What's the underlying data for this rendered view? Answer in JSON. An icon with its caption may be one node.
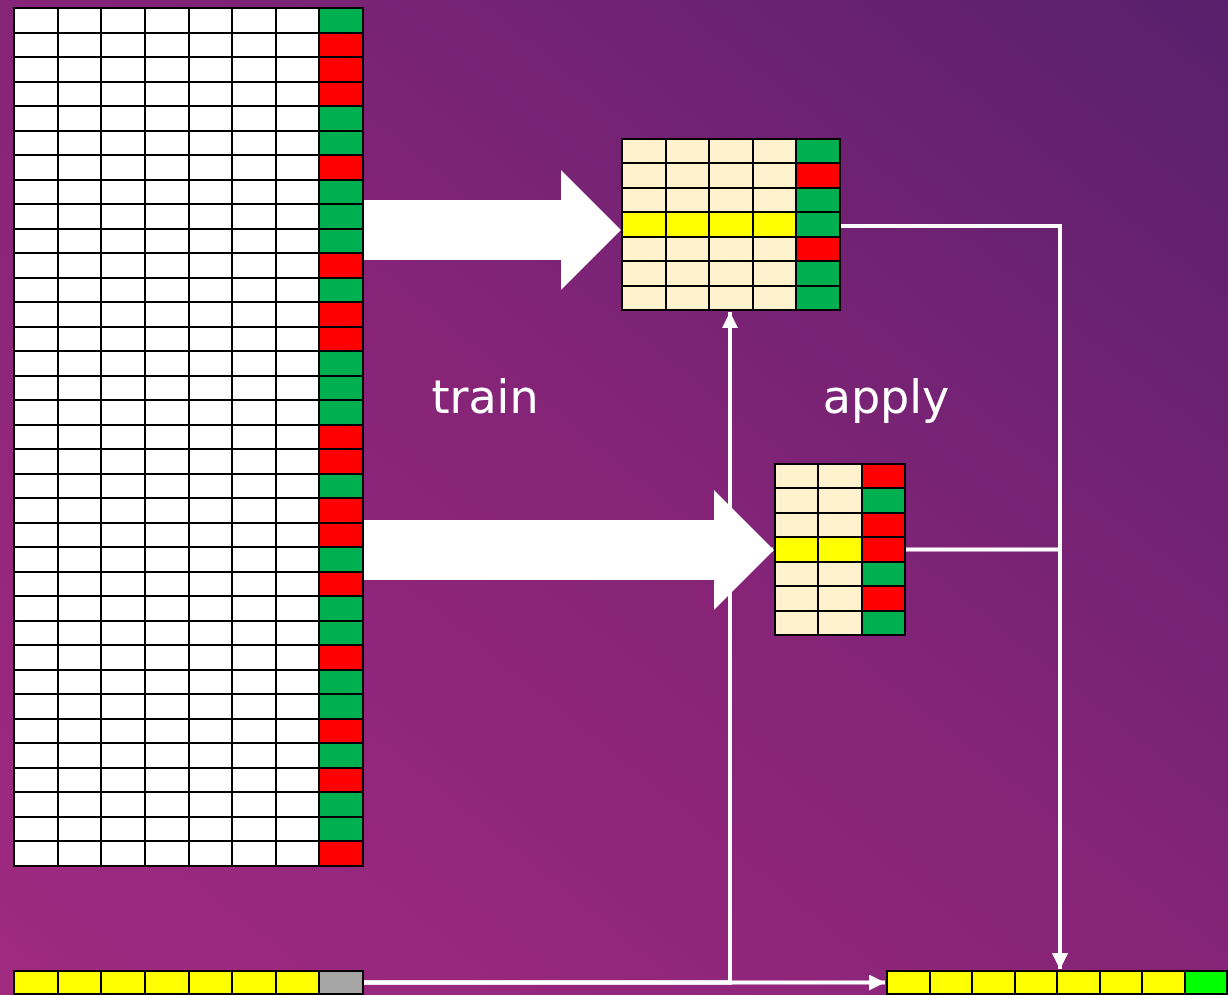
{
  "diagram": {
    "nodes": [
      {
        "text": [],
        "shape": "table"
      },
      {
        "text": [],
        "shape": "table"
      },
      {
        "text": [],
        "shape": "table"
      },
      {
        "text": [],
        "shape": "table"
      },
      {
        "text": [],
        "shape": "table"
      }
    ],
    "edges": [
      {
        "from": 0,
        "to": 1,
        "arrow": "to",
        "style": "thick"
      },
      {
        "from": 0,
        "to": 2,
        "arrow": "to",
        "style": "thick"
      },
      {
        "from": 3,
        "to": 1,
        "arrow": "to"
      },
      {
        "from": 3,
        "to": 2,
        "arrow": "to"
      },
      {
        "from": 3,
        "to": 4,
        "arrow": "to"
      },
      {
        "from": 1,
        "to": 4,
        "arrow": "to"
      },
      {
        "from": 2,
        "to": 4,
        "arrow": "to"
      }
    ],
    "labels": [
      "train",
      "apply"
    ]
  }
}
